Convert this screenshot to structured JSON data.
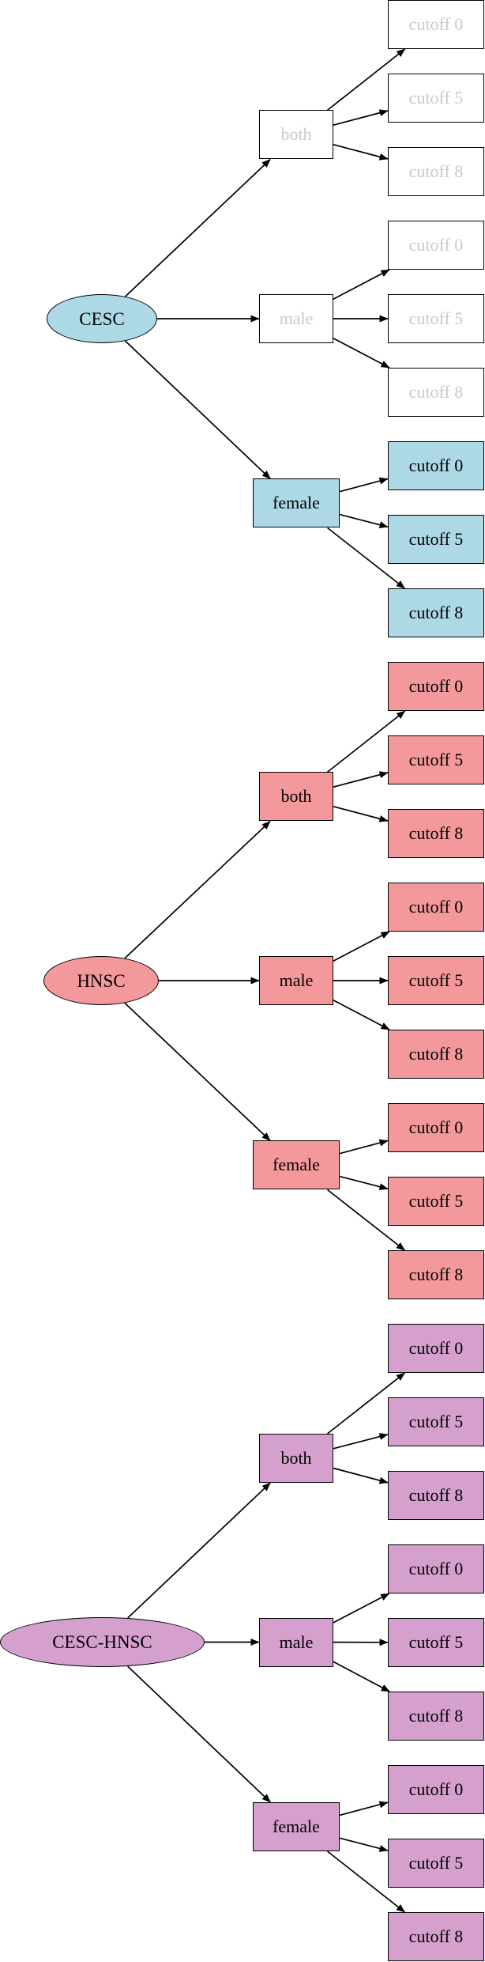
{
  "colors": {
    "cesc": "#add8e6",
    "hnsc": "#f4999b",
    "cesc_hnsc": "#d6a0ce",
    "disabled_bg": "#ffffff",
    "disabled_text": "#c9c9c9",
    "text": "#000000"
  },
  "tree": {
    "sections": [
      {
        "root": "CESC",
        "groups": [
          {
            "label": "both",
            "leaves": [
              "cutoff 0",
              "cutoff 5",
              "cutoff 8"
            ]
          },
          {
            "label": "male",
            "leaves": [
              "cutoff 0",
              "cutoff 5",
              "cutoff 8"
            ]
          },
          {
            "label": "female",
            "leaves": [
              "cutoff 0",
              "cutoff 5",
              "cutoff 8"
            ]
          }
        ]
      },
      {
        "root": "HNSC",
        "groups": [
          {
            "label": "both",
            "leaves": [
              "cutoff 0",
              "cutoff 5",
              "cutoff 8"
            ]
          },
          {
            "label": "male",
            "leaves": [
              "cutoff 0",
              "cutoff 5",
              "cutoff 8"
            ]
          },
          {
            "label": "female",
            "leaves": [
              "cutoff 0",
              "cutoff 5",
              "cutoff 8"
            ]
          }
        ]
      },
      {
        "root": "CESC-HNSC",
        "groups": [
          {
            "label": "both",
            "leaves": [
              "cutoff 0",
              "cutoff 5",
              "cutoff 8"
            ]
          },
          {
            "label": "male",
            "leaves": [
              "cutoff 0",
              "cutoff 5",
              "cutoff 8"
            ]
          },
          {
            "label": "female",
            "leaves": [
              "cutoff 0",
              "cutoff 5",
              "cutoff 8"
            ]
          }
        ]
      }
    ]
  }
}
